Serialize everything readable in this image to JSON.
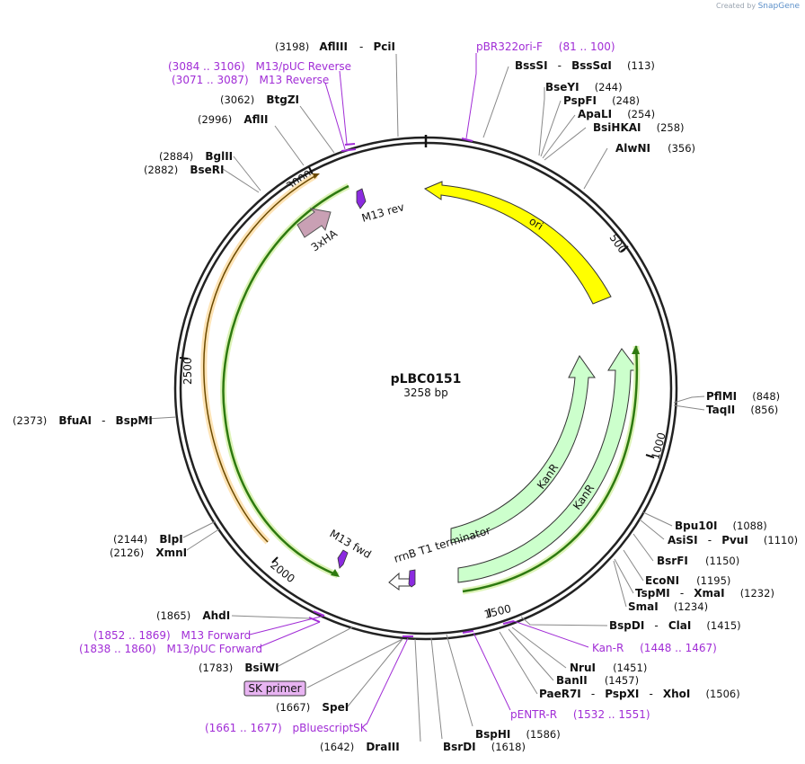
{
  "watermark": {
    "prefix": "Created by",
    "brand": "SnapGene"
  },
  "plasmid": {
    "name": "pLBC0151",
    "size": "3258 bp",
    "total_bp": 3258
  },
  "colors": {
    "backbone": "#222222",
    "leader": "#777777",
    "primer": "#a12dd6",
    "ori": "#ffff00",
    "kanr": "#ccffcc",
    "hatag": "#c9a0b4",
    "orange_feature": "#f0a030",
    "green_feature": "#2e7a10"
  },
  "ticks": [
    {
      "label": "500"
    },
    {
      "label": "1000"
    },
    {
      "label": "1500"
    },
    {
      "label": "2000"
    },
    {
      "label": "2500"
    },
    {
      "label": "3000"
    }
  ],
  "enzymes": [
    {
      "pos_label": "(3198)",
      "names": [
        "AflIII",
        "PciI"
      ]
    },
    {
      "names": [
        "BssSI",
        "BssSαI"
      ],
      "pos_label": "(113)"
    },
    {
      "names": [
        "BseYI"
      ],
      "pos_label": "(244)"
    },
    {
      "names": [
        "PspFI"
      ],
      "pos_label": "(248)"
    },
    {
      "names": [
        "ApaLI"
      ],
      "pos_label": "(254)"
    },
    {
      "names": [
        "BsiHKAI"
      ],
      "pos_label": "(258)"
    },
    {
      "names": [
        "AlwNI"
      ],
      "pos_label": "(356)"
    },
    {
      "names": [
        "PflMI"
      ],
      "pos_label": "(848)"
    },
    {
      "names": [
        "TaqII"
      ],
      "pos_label": "(856)"
    },
    {
      "names": [
        "Bpu10I"
      ],
      "pos_label": "(1088)"
    },
    {
      "names": [
        "AsiSI",
        "PvuI"
      ],
      "pos_label": "(1110)"
    },
    {
      "names": [
        "BsrFI"
      ],
      "pos_label": "(1150)"
    },
    {
      "names": [
        "EcoNI"
      ],
      "pos_label": "(1195)"
    },
    {
      "names": [
        "TspMI",
        "XmaI"
      ],
      "pos_label": "(1232)"
    },
    {
      "names": [
        "SmaI"
      ],
      "pos_label": "(1234)"
    },
    {
      "names": [
        "BspDI",
        "ClaI"
      ],
      "pos_label": "(1415)"
    },
    {
      "names": [
        "NruI"
      ],
      "pos_label": "(1451)"
    },
    {
      "names": [
        "BanII"
      ],
      "pos_label": "(1457)"
    },
    {
      "names": [
        "PaeR7I",
        "PspXI",
        "XhoI"
      ],
      "pos_label": "(1506)"
    },
    {
      "names": [
        "BspHI"
      ],
      "pos_label": "(1586)"
    },
    {
      "names": [
        "BsrDI"
      ],
      "pos_label": "(1618)"
    },
    {
      "pos_label": "(1642)",
      "names": [
        "DraIII"
      ]
    },
    {
      "pos_label": "(1667)",
      "names": [
        "SpeI"
      ]
    },
    {
      "pos_label": "(1783)",
      "names": [
        "BsiWI"
      ]
    },
    {
      "pos_label": "(1865)",
      "names": [
        "AhdI"
      ]
    },
    {
      "pos_label": "(2126)",
      "names": [
        "XmnI"
      ]
    },
    {
      "pos_label": "(2144)",
      "names": [
        "BlpI"
      ]
    },
    {
      "pos_label": "(2373)",
      "names": [
        "BfuAI",
        "BspMI"
      ]
    },
    {
      "pos_label": "(2882)",
      "names": [
        "BseRI"
      ]
    },
    {
      "pos_label": "(2884)",
      "names": [
        "BglII"
      ]
    },
    {
      "pos_label": "(2996)",
      "names": [
        "AflII"
      ]
    },
    {
      "pos_label": "(3062)",
      "names": [
        "BtgZI"
      ]
    }
  ],
  "primers": [
    {
      "name": "pBR322ori-F",
      "range": "(81 .. 100)"
    },
    {
      "range": "(3084 .. 3106)",
      "name": "M13/pUC Reverse"
    },
    {
      "range": "(3071 .. 3087)",
      "name": "M13 Reverse"
    },
    {
      "name": "Kan-R",
      "range": "(1448 .. 1467)"
    },
    {
      "name": "pENTR-R",
      "range": "(1532 .. 1551)"
    },
    {
      "range": "(1661 .. 1677)",
      "name": "pBluescriptSK"
    },
    {
      "range": "(1852 .. 1869)",
      "name": "M13 Forward"
    },
    {
      "range": "(1838 .. 1860)",
      "name": "M13/pUC Forward"
    }
  ],
  "sk_primer_box": "SK primer",
  "features": {
    "ori": "ori",
    "kanr_inner": "KanR",
    "kanr_outer": "KanR",
    "rrnb": "rrnB T1 terminator",
    "m13_rev": "M13 rev",
    "m13_fwd": "M13 fwd",
    "hatag": "3xHA"
  }
}
